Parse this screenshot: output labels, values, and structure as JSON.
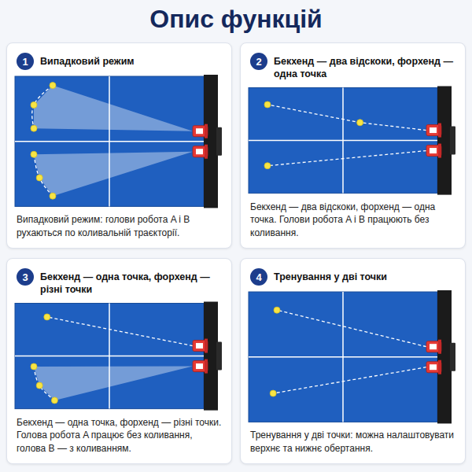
{
  "diagram": {
    "title": "Опис функцій",
    "nodes": [
      {
        "text": [
          "Випадковий режим",
          "Випадковий режим: голови робота A і B рухаються по коливальній траєкторії."
        ]
      },
      {
        "text": [
          "1"
        ],
        "in": 0
      },
      {
        "text": [
          "Бекхенд — два відскоки, форхенд — одна точка",
          "Бекхенд — два відскоки, форхенд — одна точка. Голови робота A і B працюють без коливання."
        ]
      },
      {
        "text": [
          "2"
        ],
        "in": 2
      },
      {
        "text": [
          "Бекхенд — одна точка, форхенд — різні точки",
          "Бекхенд — одна точка, форхенд — різні точки. Голова робота A працює без коливання, голова B — з коливанням."
        ]
      },
      {
        "text": [
          "3"
        ],
        "in": 4
      },
      {
        "text": [
          "Тренування у дві точки",
          "Тренування у дві точки: можна налаштовувати верхнє та нижнє обертання."
        ]
      },
      {
        "text": [
          "4"
        ],
        "in": 6
      }
    ]
  }
}
